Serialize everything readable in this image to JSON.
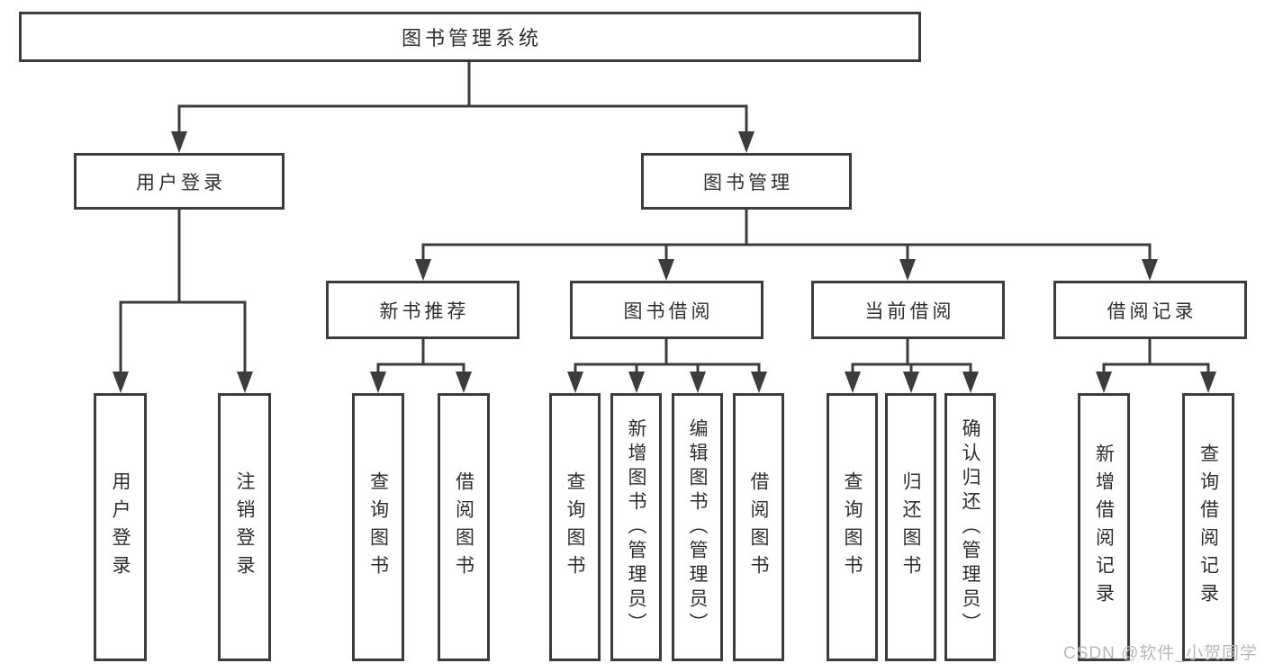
{
  "tree": {
    "label": "图书管理系统",
    "children": [
      {
        "label": "用户登录",
        "children": [
          {
            "label": "用户登录"
          },
          {
            "label": "注销登录"
          }
        ]
      },
      {
        "label": "图书管理",
        "children": [
          {
            "label": "新书推荐",
            "children": [
              {
                "label": "查询图书"
              },
              {
                "label": "借阅图书"
              }
            ]
          },
          {
            "label": "图书借阅",
            "children": [
              {
                "label": "查询图书"
              },
              {
                "label": "新增图书（管理员）"
              },
              {
                "label": "编辑图书（管理员）"
              },
              {
                "label": "借阅图书"
              }
            ]
          },
          {
            "label": "当前借阅",
            "children": [
              {
                "label": "查询图书"
              },
              {
                "label": "归还图书"
              },
              {
                "label": "确认归还（管理员）"
              }
            ]
          },
          {
            "label": "借阅记录",
            "children": [
              {
                "label": "新增借阅记录"
              },
              {
                "label": "查询借阅记录"
              }
            ]
          }
        ]
      }
    ]
  },
  "watermark": "CSDN @软件_小贺同学",
  "colors": {
    "line": "#3c3c3c",
    "text": "#2e2e2e",
    "background": "#ffffff",
    "watermark": "#b4b8bf"
  }
}
